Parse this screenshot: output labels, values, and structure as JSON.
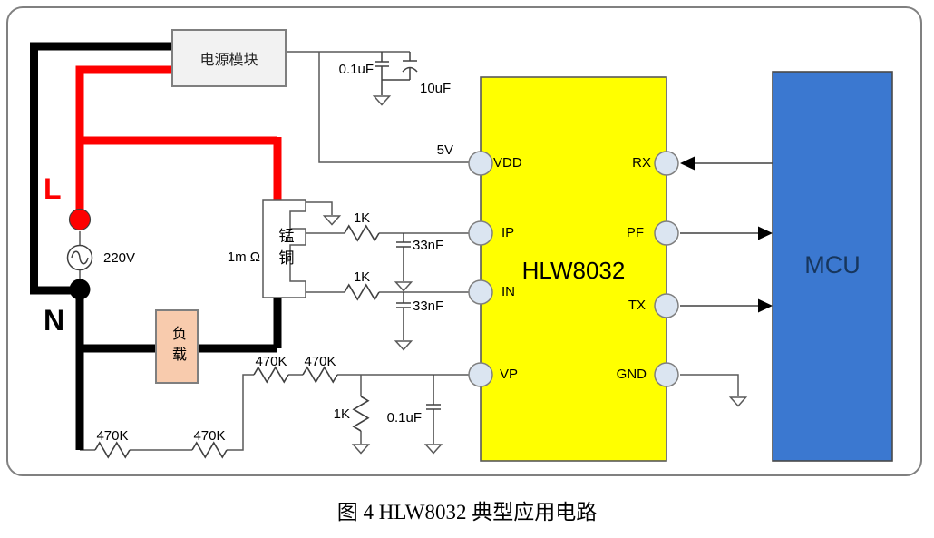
{
  "caption": "图 4 HLW8032 典型应用电路",
  "colors": {
    "chip": "#ffff00",
    "mcu": "#3b78d0",
    "live_wire": "#fe0000",
    "neutral_wire": "#000000",
    "load_fill": "#f8cbad",
    "power_box_fill": "#f2f2f2",
    "pin_fill": "#dbe5f1"
  },
  "blocks": {
    "power_module": "电源模块",
    "load": "负载",
    "shunt_name": "锰铜",
    "shunt_value": "1m Ω",
    "chip": "HLW8032",
    "mcu": "MCU"
  },
  "mains": {
    "live": "L",
    "neutral": "N",
    "voltage": "220V",
    "rail": "5V"
  },
  "pins": {
    "vdd": "VDD",
    "ip": "IP",
    "in": "IN",
    "vp": "VP",
    "rx": "RX",
    "pf": "PF",
    "tx": "TX",
    "gnd": "GND"
  },
  "values": {
    "cap_vdd_1": "0.1uF",
    "cap_vdd_2": "10uF",
    "r_ip": "1K",
    "c_ip": "33nF",
    "r_in": "1K",
    "c_in": "33nF",
    "r_div_bottom_1": "470K",
    "r_div_bottom_2": "470K",
    "r_div_top_1": "470K",
    "r_div_top_2": "470K",
    "r_vp": "1K",
    "c_vp": "0.1uF"
  }
}
